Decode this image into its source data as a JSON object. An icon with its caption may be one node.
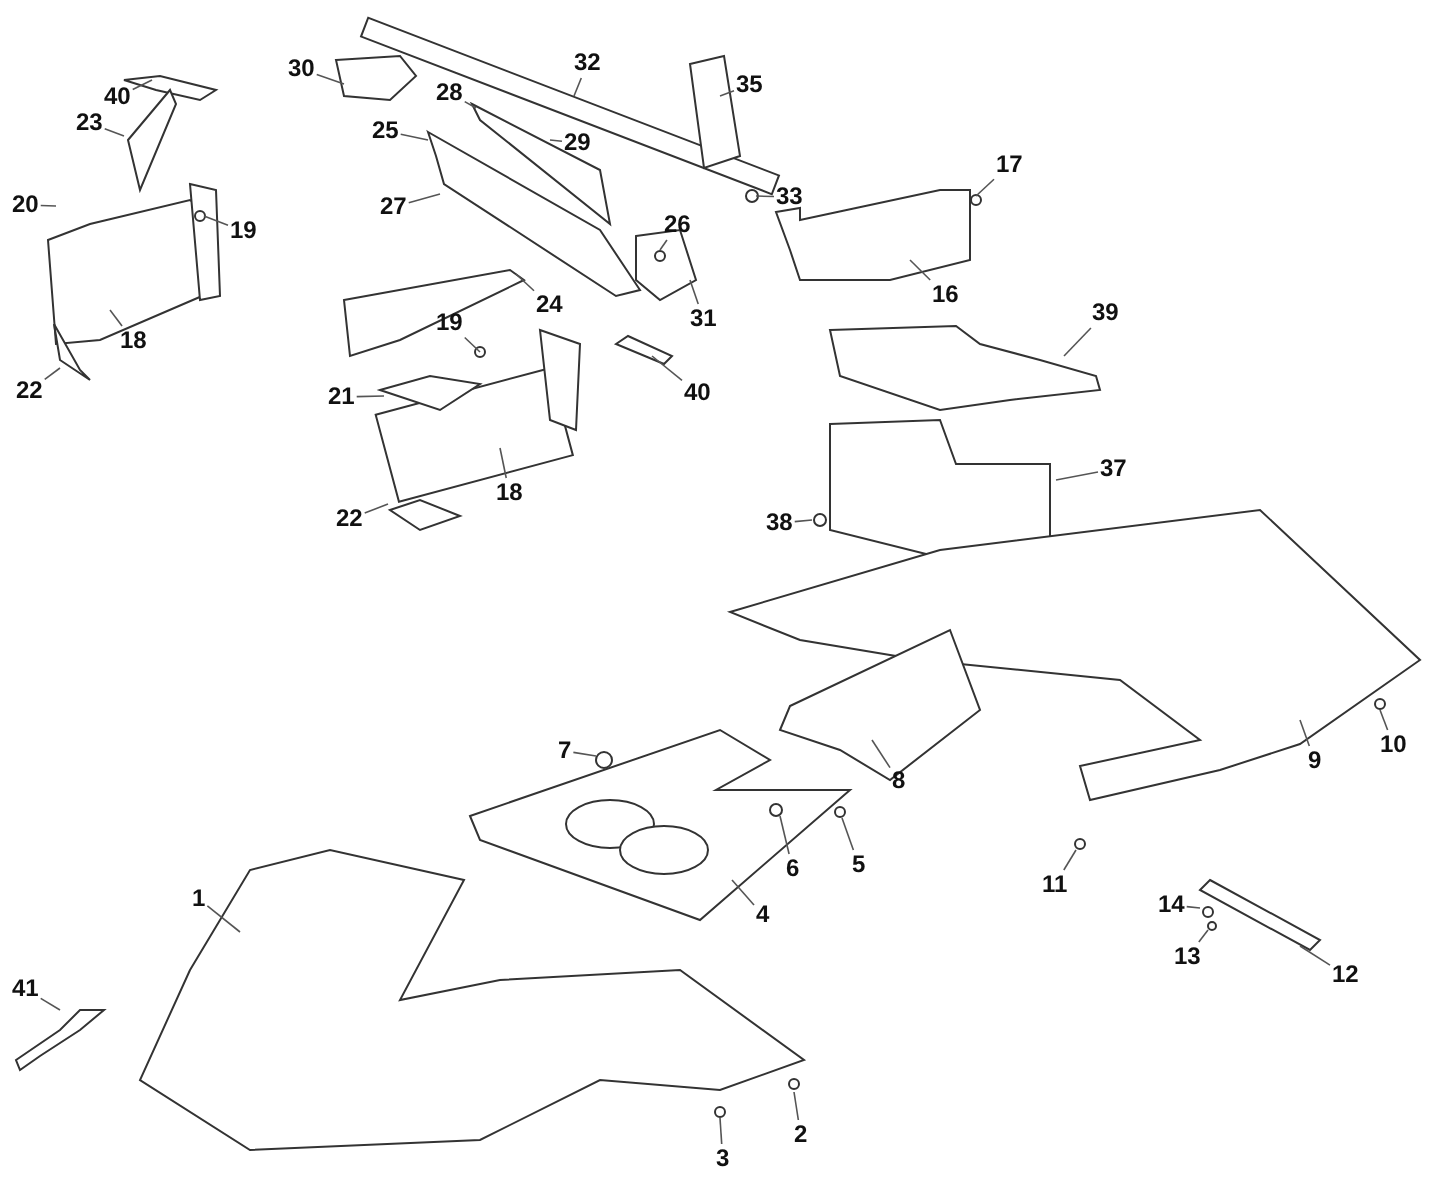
{
  "diagram": {
    "nodes": [
      {
        "text": [
          "30"
        ]
      },
      {
        "text": [
          "32"
        ]
      },
      {
        "text": [
          "40"
        ]
      },
      {
        "text": [
          "35"
        ]
      },
      {
        "text": [
          "28"
        ]
      },
      {
        "text": [
          "23"
        ]
      },
      {
        "text": [
          "25"
        ]
      },
      {
        "text": [
          "29"
        ]
      },
      {
        "text": [
          "17"
        ]
      },
      {
        "text": [
          "33"
        ]
      },
      {
        "text": [
          "20"
        ]
      },
      {
        "text": [
          "27"
        ]
      },
      {
        "text": [
          "19"
        ]
      },
      {
        "text": [
          "26"
        ]
      },
      {
        "text": [
          "16"
        ]
      },
      {
        "text": [
          "24"
        ]
      },
      {
        "text": [
          "39"
        ]
      },
      {
        "text": [
          "31"
        ]
      },
      {
        "text": [
          "19"
        ]
      },
      {
        "text": [
          "18"
        ]
      },
      {
        "text": [
          "40"
        ]
      },
      {
        "text": [
          "21"
        ]
      },
      {
        "text": [
          "22"
        ]
      },
      {
        "text": [
          "37"
        ]
      },
      {
        "text": [
          "18"
        ]
      },
      {
        "text": [
          "22"
        ]
      },
      {
        "text": [
          "38"
        ]
      },
      {
        "text": [
          "10"
        ]
      },
      {
        "text": [
          "7"
        ]
      },
      {
        "text": [
          "9"
        ]
      },
      {
        "text": [
          "8"
        ]
      },
      {
        "text": [
          "5"
        ]
      },
      {
        "text": [
          "6"
        ]
      },
      {
        "text": [
          "11"
        ]
      },
      {
        "text": [
          "1"
        ]
      },
      {
        "text": [
          "14"
        ]
      },
      {
        "text": [
          "4"
        ]
      },
      {
        "text": [
          "13"
        ]
      },
      {
        "text": [
          "12"
        ]
      },
      {
        "text": [
          "41"
        ]
      },
      {
        "text": [
          "2"
        ]
      },
      {
        "text": [
          "3"
        ]
      }
    ],
    "edges": [
      {
        "from": 0,
        "to": null,
        "arrow": "none"
      },
      {
        "from": 1,
        "to": null,
        "arrow": "none"
      },
      {
        "from": 2,
        "to": null,
        "arrow": "none"
      },
      {
        "from": 3,
        "to": null,
        "arrow": "none"
      },
      {
        "from": 4,
        "to": null,
        "arrow": "none"
      },
      {
        "from": 5,
        "to": null,
        "arrow": "none"
      },
      {
        "from": 6,
        "to": null,
        "arrow": "none"
      },
      {
        "from": 7,
        "to": null,
        "arrow": "none"
      },
      {
        "from": 8,
        "to": null,
        "arrow": "none"
      },
      {
        "from": 9,
        "to": null,
        "arrow": "none"
      },
      {
        "from": 10,
        "to": null,
        "arrow": "none"
      },
      {
        "from": 11,
        "to": null,
        "arrow": "none"
      },
      {
        "from": 12,
        "to": null,
        "arrow": "none"
      },
      {
        "from": 13,
        "to": null,
        "arrow": "none"
      },
      {
        "from": 14,
        "to": null,
        "arrow": "none"
      },
      {
        "from": 15,
        "to": null,
        "arrow": "none"
      },
      {
        "from": 16,
        "to": null,
        "arrow": "none"
      },
      {
        "from": 17,
        "to": null,
        "arrow": "none"
      },
      {
        "from": 18,
        "to": null,
        "arrow": "none"
      },
      {
        "from": 19,
        "to": null,
        "arrow": "none"
      },
      {
        "from": 20,
        "to": null,
        "arrow": "none"
      },
      {
        "from": 21,
        "to": null,
        "arrow": "none"
      },
      {
        "from": 22,
        "to": null,
        "arrow": "none"
      },
      {
        "from": 23,
        "to": null,
        "arrow": "none"
      },
      {
        "from": 24,
        "to": null,
        "arrow": "none"
      },
      {
        "from": 25,
        "to": null,
        "arrow": "none"
      },
      {
        "from": 26,
        "to": null,
        "arrow": "none"
      },
      {
        "from": 27,
        "to": null,
        "arrow": "none"
      },
      {
        "from": 28,
        "to": null,
        "arrow": "none"
      },
      {
        "from": 29,
        "to": null,
        "arrow": "none"
      },
      {
        "from": 30,
        "to": null,
        "arrow": "none"
      },
      {
        "from": 31,
        "to": null,
        "arrow": "none"
      },
      {
        "from": 32,
        "to": null,
        "arrow": "none"
      },
      {
        "from": 33,
        "to": null,
        "arrow": "none"
      },
      {
        "from": 34,
        "to": null,
        "arrow": "none"
      },
      {
        "from": 35,
        "to": null,
        "arrow": "none"
      },
      {
        "from": 36,
        "to": null,
        "arrow": "none"
      },
      {
        "from": 37,
        "to": null,
        "arrow": "none"
      },
      {
        "from": 38,
        "to": null,
        "arrow": "none"
      },
      {
        "from": 39,
        "to": null,
        "arrow": "none"
      },
      {
        "from": 40,
        "to": null,
        "arrow": "none"
      },
      {
        "from": 41,
        "to": null,
        "arrow": "none"
      }
    ]
  }
}
